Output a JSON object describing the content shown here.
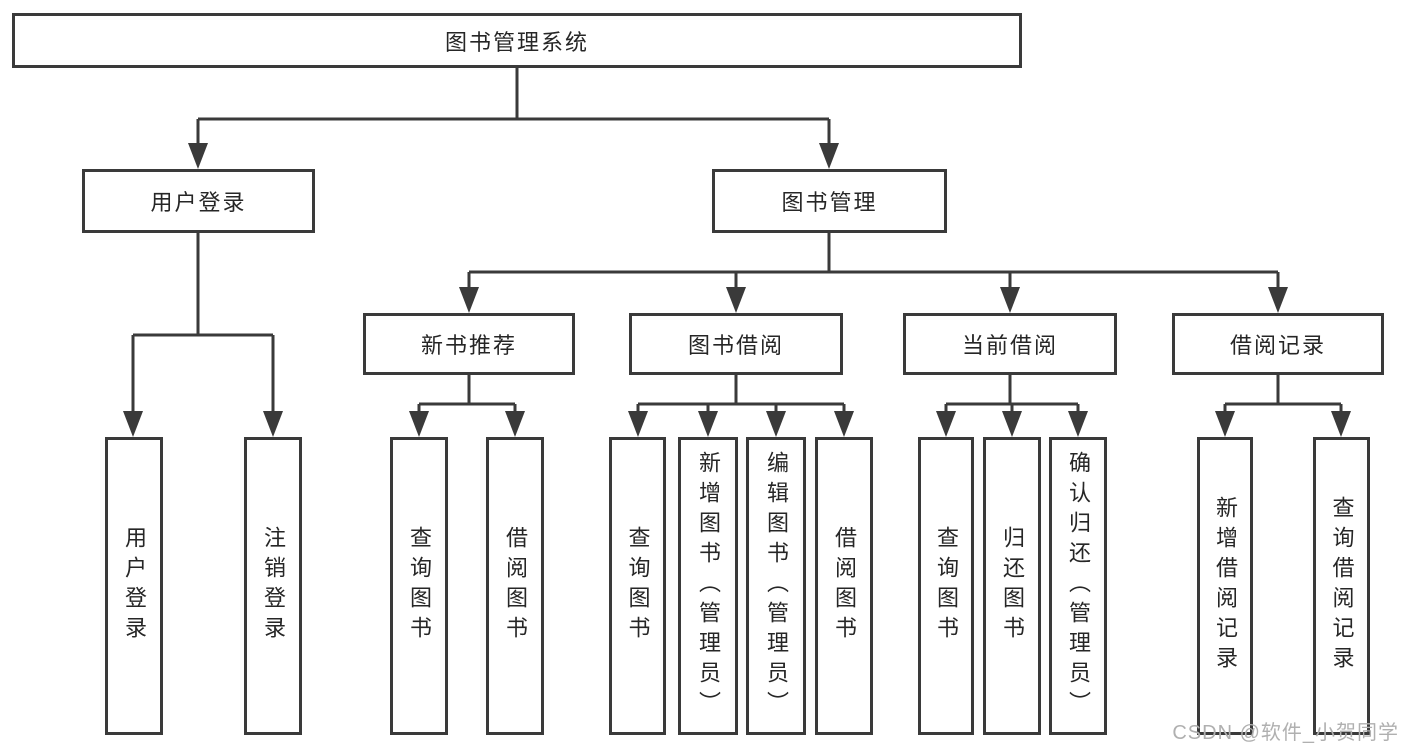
{
  "nodes": {
    "root": "图书管理系统",
    "user_login": "用户登录",
    "book_mgmt": "图书管理",
    "new_book_rec": "新书推荐",
    "book_borrow": "图书借阅",
    "current_borrow": "当前借阅",
    "borrow_records": "借阅记录",
    "leaf_user_login": "用户登录",
    "leaf_logout": "注销登录",
    "rec_query_books": "查询图书",
    "rec_borrow_books": "借阅图书",
    "bb_query_books": "查询图书",
    "bb_add_books": "新增图书（管理员）",
    "bb_edit_books": "编辑图书（管理员）",
    "bb_borrow_books": "借阅图书",
    "cb_query_books": "查询图书",
    "cb_return_books": "归还图书",
    "cb_confirm_return": "确认归还（管理员）",
    "br_add_record": "新增借阅记录",
    "br_query_record": "查询借阅记录"
  },
  "hierarchy": [
    {
      "parent": "图书管理系统",
      "children": [
        "用户登录",
        "图书管理"
      ]
    },
    {
      "parent": "用户登录",
      "children": [
        "用户登录",
        "注销登录"
      ]
    },
    {
      "parent": "图书管理",
      "children": [
        "新书推荐",
        "图书借阅",
        "当前借阅",
        "借阅记录"
      ]
    },
    {
      "parent": "新书推荐",
      "children": [
        "查询图书",
        "借阅图书"
      ]
    },
    {
      "parent": "图书借阅",
      "children": [
        "查询图书",
        "新增图书（管理员）",
        "编辑图书（管理员）",
        "借阅图书"
      ]
    },
    {
      "parent": "当前借阅",
      "children": [
        "查询图书",
        "归还图书",
        "确认归还（管理员）"
      ]
    },
    {
      "parent": "借阅记录",
      "children": [
        "新增借阅记录",
        "查询借阅记录"
      ]
    }
  ],
  "watermark": "CSDN @软件_小贺同学",
  "colors": {
    "line": "#3a3a3a",
    "text": "#262626",
    "watermark": "#b0b0b0",
    "background": "#ffffff"
  }
}
